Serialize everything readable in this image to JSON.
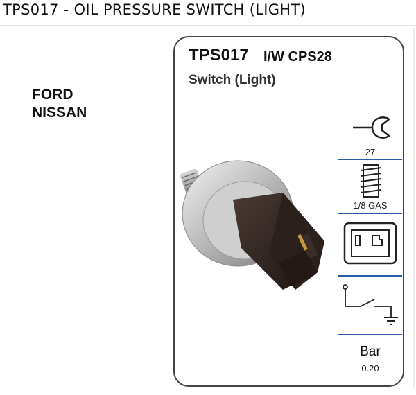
{
  "page": {
    "title": "TPS017 - OIL PRESSURE SWITCH (LIGHT)"
  },
  "makes": [
    "FORD",
    "NISSAN"
  ],
  "card": {
    "part_number": "TPS017",
    "cross_reference": "I/W CPS28",
    "subtitle": "Switch (Light)"
  },
  "specs": {
    "spanner_size": "27",
    "thread": "1/8 GAS",
    "pressure_unit": "Bar",
    "pressure_value": "0.20"
  },
  "icons": {
    "spanner": "wrench-icon",
    "thread": "thread-icon",
    "connector": "connector-icon",
    "circuit": "switch-circuit-icon"
  },
  "colors": {
    "divider_blue": "#2a5aa8",
    "card_border": "#444444"
  }
}
